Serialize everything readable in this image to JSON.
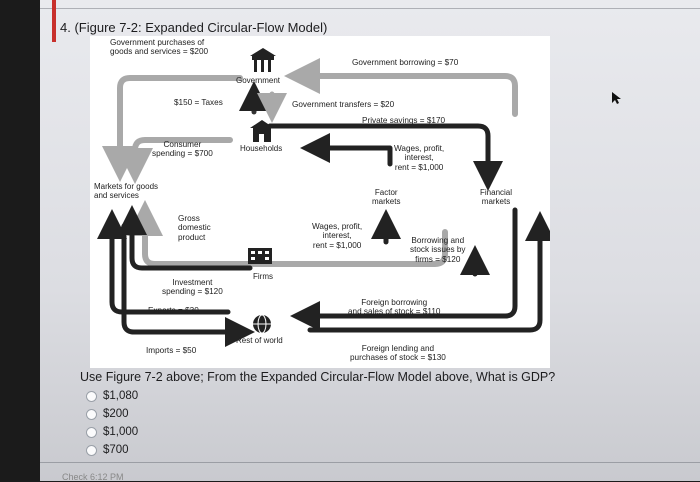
{
  "question": {
    "number_title": "4. (Figure 7-2: Expanded Circular-Flow Model)",
    "prompt": "Use Figure 7-2 above; From the Expanded Circular-Flow Model above, What is GDP?",
    "options": [
      "$1,080",
      "$200",
      "$1,000",
      "$700"
    ]
  },
  "figure": {
    "nodes": {
      "government": "Government",
      "households": "Households",
      "markets_goods": "Markets for goods\nand services",
      "factor_markets": "Factor\nmarkets",
      "financial_markets": "Financial\nmarkets",
      "firms": "Firms",
      "rest_of_world": "Rest of world"
    },
    "flows": {
      "gov_purchases": "Government purchases of\ngoods and services = $200",
      "gov_borrowing": "Government borrowing = $70",
      "taxes": "$150 = Taxes",
      "gov_transfers": "Government transfers = $20",
      "private_savings": "Private savings = $170",
      "consumer_spending": "Consumer\nspending = $700",
      "wages_top": "Wages, profit,\ninterest,\nrent = $1,000",
      "gdp": "Gross\ndomestic\nproduct",
      "wages_mid": "Wages, profit,\ninterest,\nrent = $1,000",
      "borrowing_stock": "Borrowing and\nstock issues by\nfirms = $120",
      "investment": "Investment\nspending = $120",
      "exports": "Exports = $30",
      "foreign_borrowing": "Foreign borrowing\nand sales of stock = $110",
      "imports": "Imports = $50",
      "foreign_lending": "Foreign lending and\npurchases of stock = $130"
    }
  },
  "footer": "Check 6:12 PM"
}
